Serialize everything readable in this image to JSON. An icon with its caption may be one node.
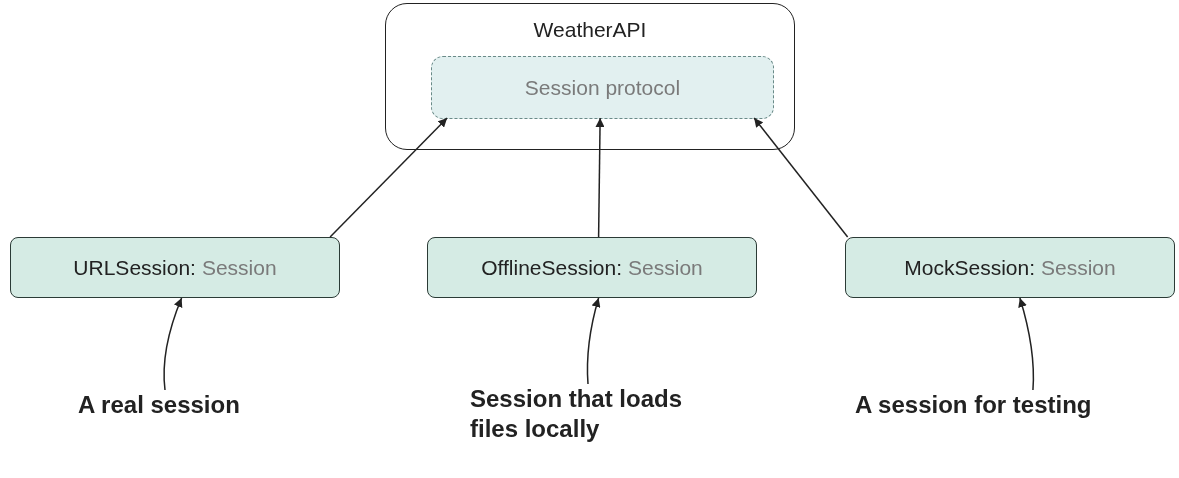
{
  "diagram": {
    "nodes": [
      {
        "text": [
          "WeatherAPI"
        ]
      },
      {
        "text": [
          "Session protocol"
        ],
        "in": 0
      },
      {
        "text": [
          "URLSession:",
          "Session"
        ]
      },
      {
        "text": [
          "OfflineSession:",
          "Session"
        ]
      },
      {
        "text": [
          "MockSession:",
          "Session"
        ]
      },
      {
        "text": [
          "A real session"
        ]
      },
      {
        "text": [
          "Session that loads files locally"
        ]
      },
      {
        "text": [
          "A session for testing"
        ]
      }
    ],
    "edges": [
      {
        "from": 2,
        "to": 1,
        "arrow": "to"
      },
      {
        "from": 3,
        "to": 1,
        "arrow": "to"
      },
      {
        "from": 4,
        "to": 1,
        "arrow": "to"
      },
      {
        "from": 5,
        "to": 2,
        "arrow": "to"
      },
      {
        "from": 6,
        "to": 3,
        "arrow": "to"
      },
      {
        "from": 7,
        "to": 4,
        "arrow": "to"
      }
    ]
  }
}
